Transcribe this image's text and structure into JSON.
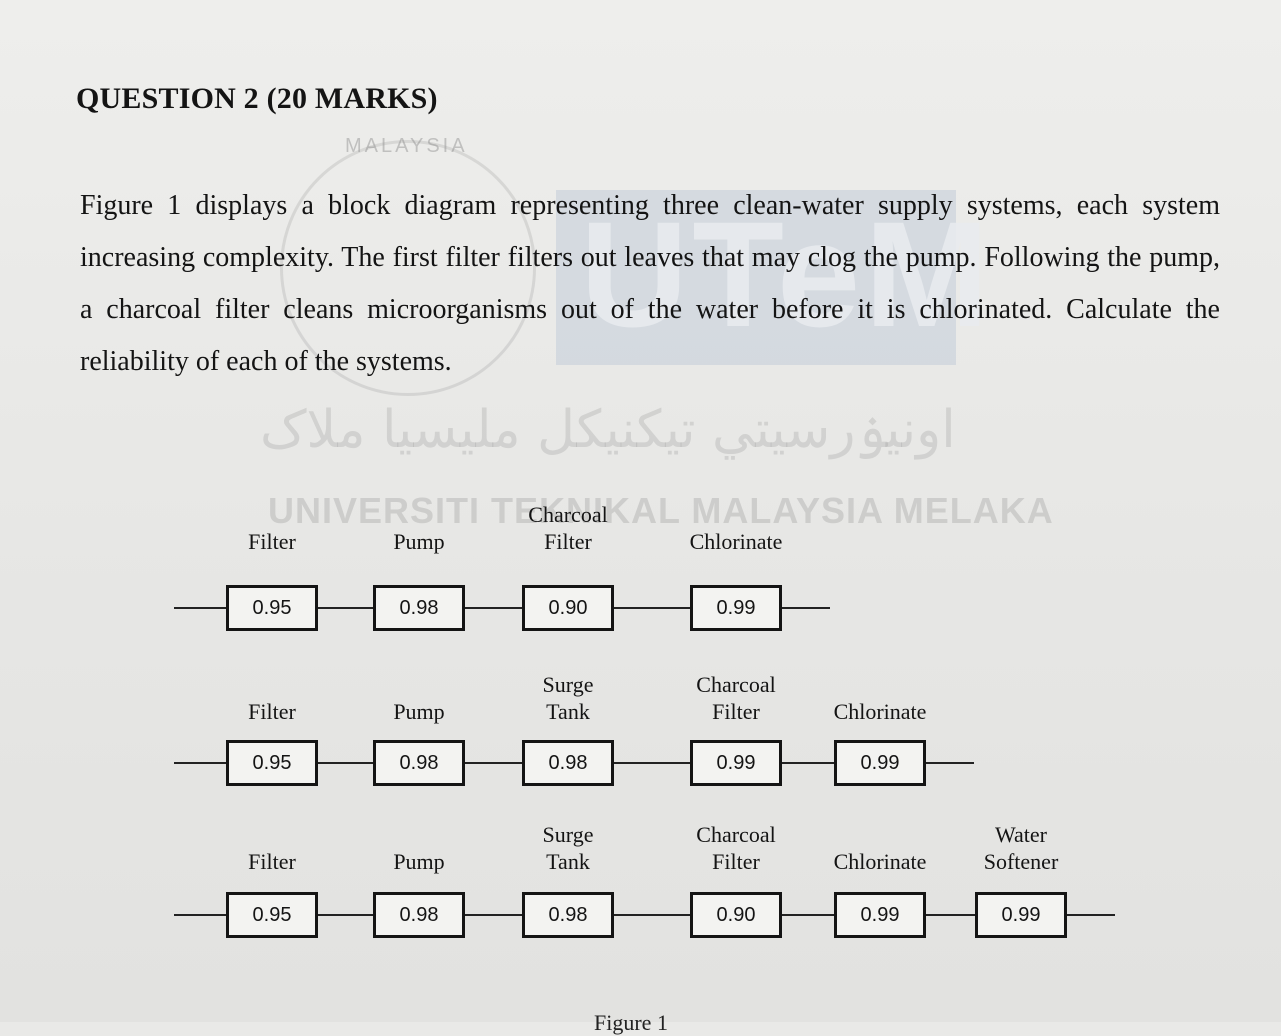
{
  "question": {
    "title": "QUESTION 2 (20 MARKS)",
    "text": "Figure 1 displays a block diagram representing three clean-water supply systems, each system increasing complexity. The first filter filters out leaves that may clog the pump. Following the pump, a charcoal filter cleans microorganisms out of the water before it is chlorinated. Calculate the reliability of each of the systems."
  },
  "watermark": {
    "logo_text": "UTeM",
    "seal_text": "MALAYSIA",
    "jawi_text": "اونيۏرسيتي تيکنيکل مليسيا ملاک",
    "university": "UNIVERSITI TEKNIKAL MALAYSIA MELAKA"
  },
  "systems": [
    {
      "components": [
        {
          "label": "Filter",
          "reliability": "0.95"
        },
        {
          "label": "Pump",
          "reliability": "0.98"
        },
        {
          "label": "Charcoal\nFilter",
          "reliability": "0.90"
        },
        {
          "label": "Chlorinate",
          "reliability": "0.99"
        }
      ]
    },
    {
      "components": [
        {
          "label": "Filter",
          "reliability": "0.95"
        },
        {
          "label": "Pump",
          "reliability": "0.98"
        },
        {
          "label": "Surge\nTank",
          "reliability": "0.98"
        },
        {
          "label": "Charcoal\nFilter",
          "reliability": "0.99"
        },
        {
          "label": "Chlorinate",
          "reliability": "0.99"
        }
      ]
    },
    {
      "components": [
        {
          "label": "Filter",
          "reliability": "0.95"
        },
        {
          "label": "Pump",
          "reliability": "0.98"
        },
        {
          "label": "Surge\nTank",
          "reliability": "0.98"
        },
        {
          "label": "Charcoal\nFilter",
          "reliability": "0.90"
        },
        {
          "label": "Chlorinate",
          "reliability": "0.99"
        },
        {
          "label": "Water\nSoftener",
          "reliability": "0.99"
        }
      ]
    }
  ],
  "figure_caption": "Figure 1"
}
